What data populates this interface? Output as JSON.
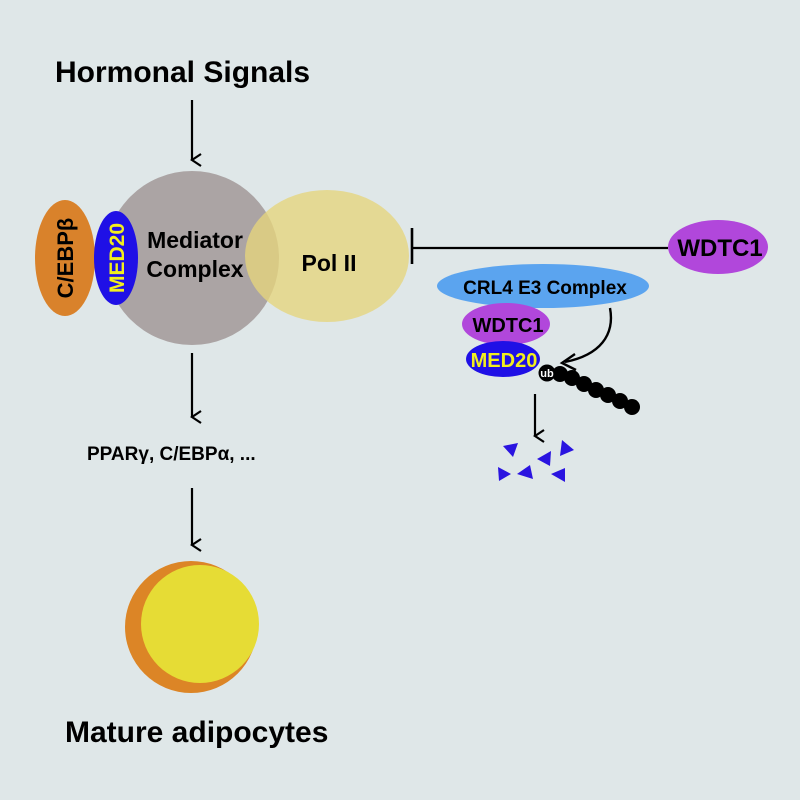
{
  "title": "Hormonal Signals",
  "nodes": {
    "cebpb": "C/EBPβ",
    "med20": "MED20",
    "mediator_line1": "Mediator",
    "mediator_line2": "Complex",
    "pol2": "Pol II",
    "wdtc1_inhibitor": "WDTC1",
    "crl4": "CRL4 E3 Complex",
    "wdtc1_bound": "WDTC1",
    "med20_ub": "MED20",
    "ub": "ub",
    "targets": "PPARγ, C/EBPα, ...",
    "outcome": "Mature adipocytes"
  },
  "colors": {
    "background": "#dfe7e8",
    "cebpb": "#d9822b",
    "med20": "#1f10e6",
    "med20_text": "#f2ee1d",
    "mediator": "#aba4a4",
    "pol2": "#e6d57c",
    "wdtc1": "#b147db",
    "crl4": "#5ba4ef",
    "degraded": "#2a14e0",
    "adipocyte_outer": "#dc8526",
    "adipocyte_inner": "#e6dc35"
  }
}
